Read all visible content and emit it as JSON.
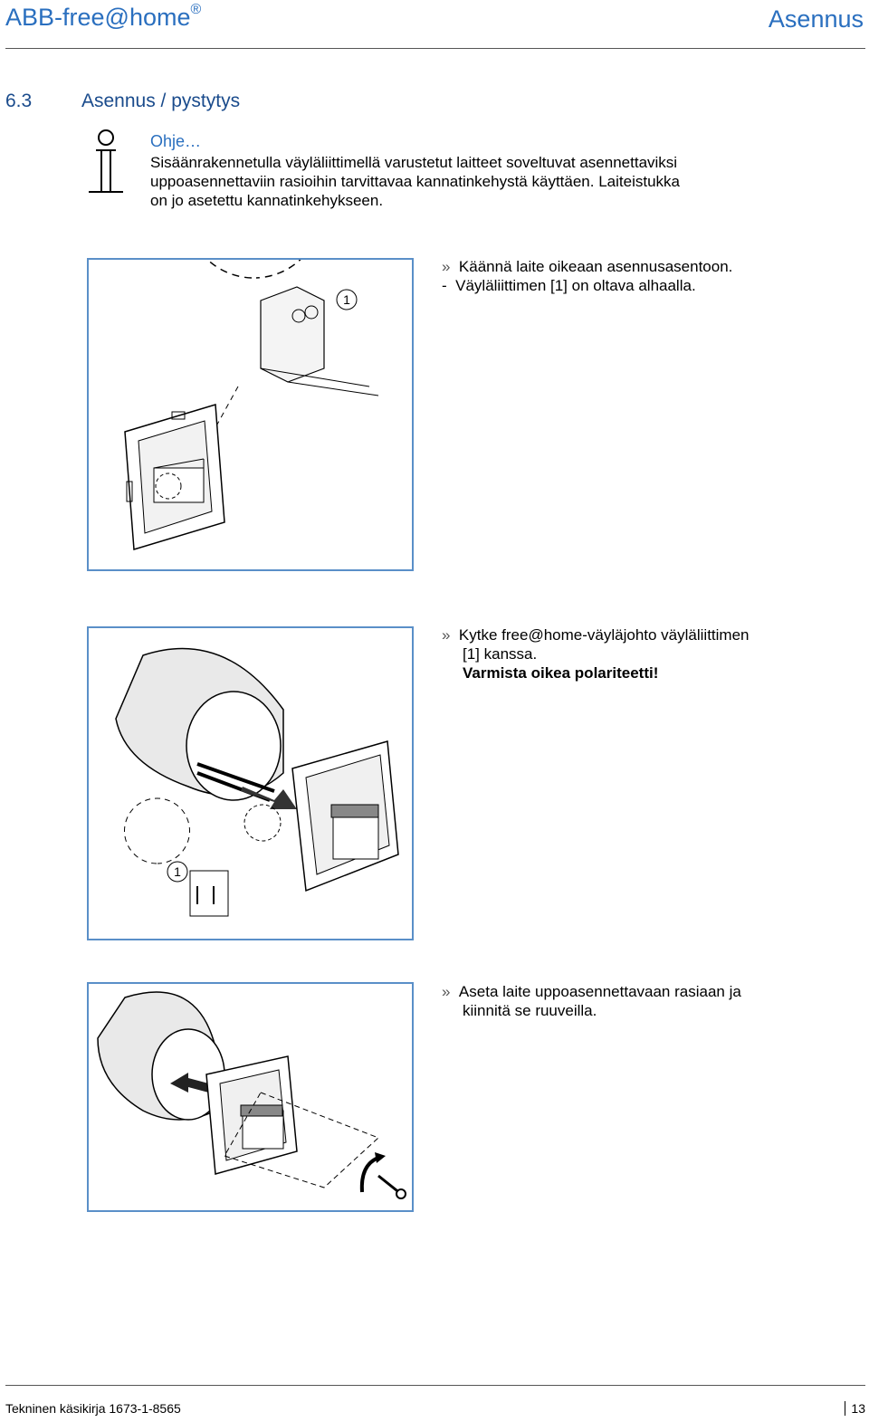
{
  "header": {
    "brand": "ABB-free@home",
    "brand_mark": "®",
    "section_name": "Asennus"
  },
  "section": {
    "number": "6.3",
    "title": "Asennus / pystytys"
  },
  "note": {
    "icon": "info-icon",
    "heading": "Ohje…",
    "lines": [
      "Sisäänrakennetulla väyläliittimellä varustetut laitteet soveltuvat asennettaviksi",
      "uppoasennettaviin rasioihin tarvittavaa kannatinkehystä käyttäen. Laiteistukka",
      "on jo asetettu kannatinkehykseen."
    ]
  },
  "steps": [
    {
      "prefix": "»",
      "lines": [
        "Käännä laite oikeaan asennusasentoon."
      ],
      "sub_prefix": "-",
      "sub_lines": [
        "Väyläliittimen [1] on oltava alhaalla."
      ],
      "callout": "1"
    },
    {
      "prefix": "»",
      "lines": [
        "Kytke free@home-väyläjohto väyläliittimen",
        "[1] kanssa."
      ],
      "bold_line": "Varmista oikea polariteetti!",
      "callout": "1"
    },
    {
      "prefix": "»",
      "lines": [
        "Aseta laite uppoasennettavaan rasiaan ja",
        "kiinnitä se ruuveilla."
      ]
    }
  ],
  "footer": {
    "manual": "Tekninen käsikirja 1673-1-8565",
    "page": "13"
  },
  "colors": {
    "accent": "#2a6fbf",
    "panel_border": "#5a8fc8"
  }
}
